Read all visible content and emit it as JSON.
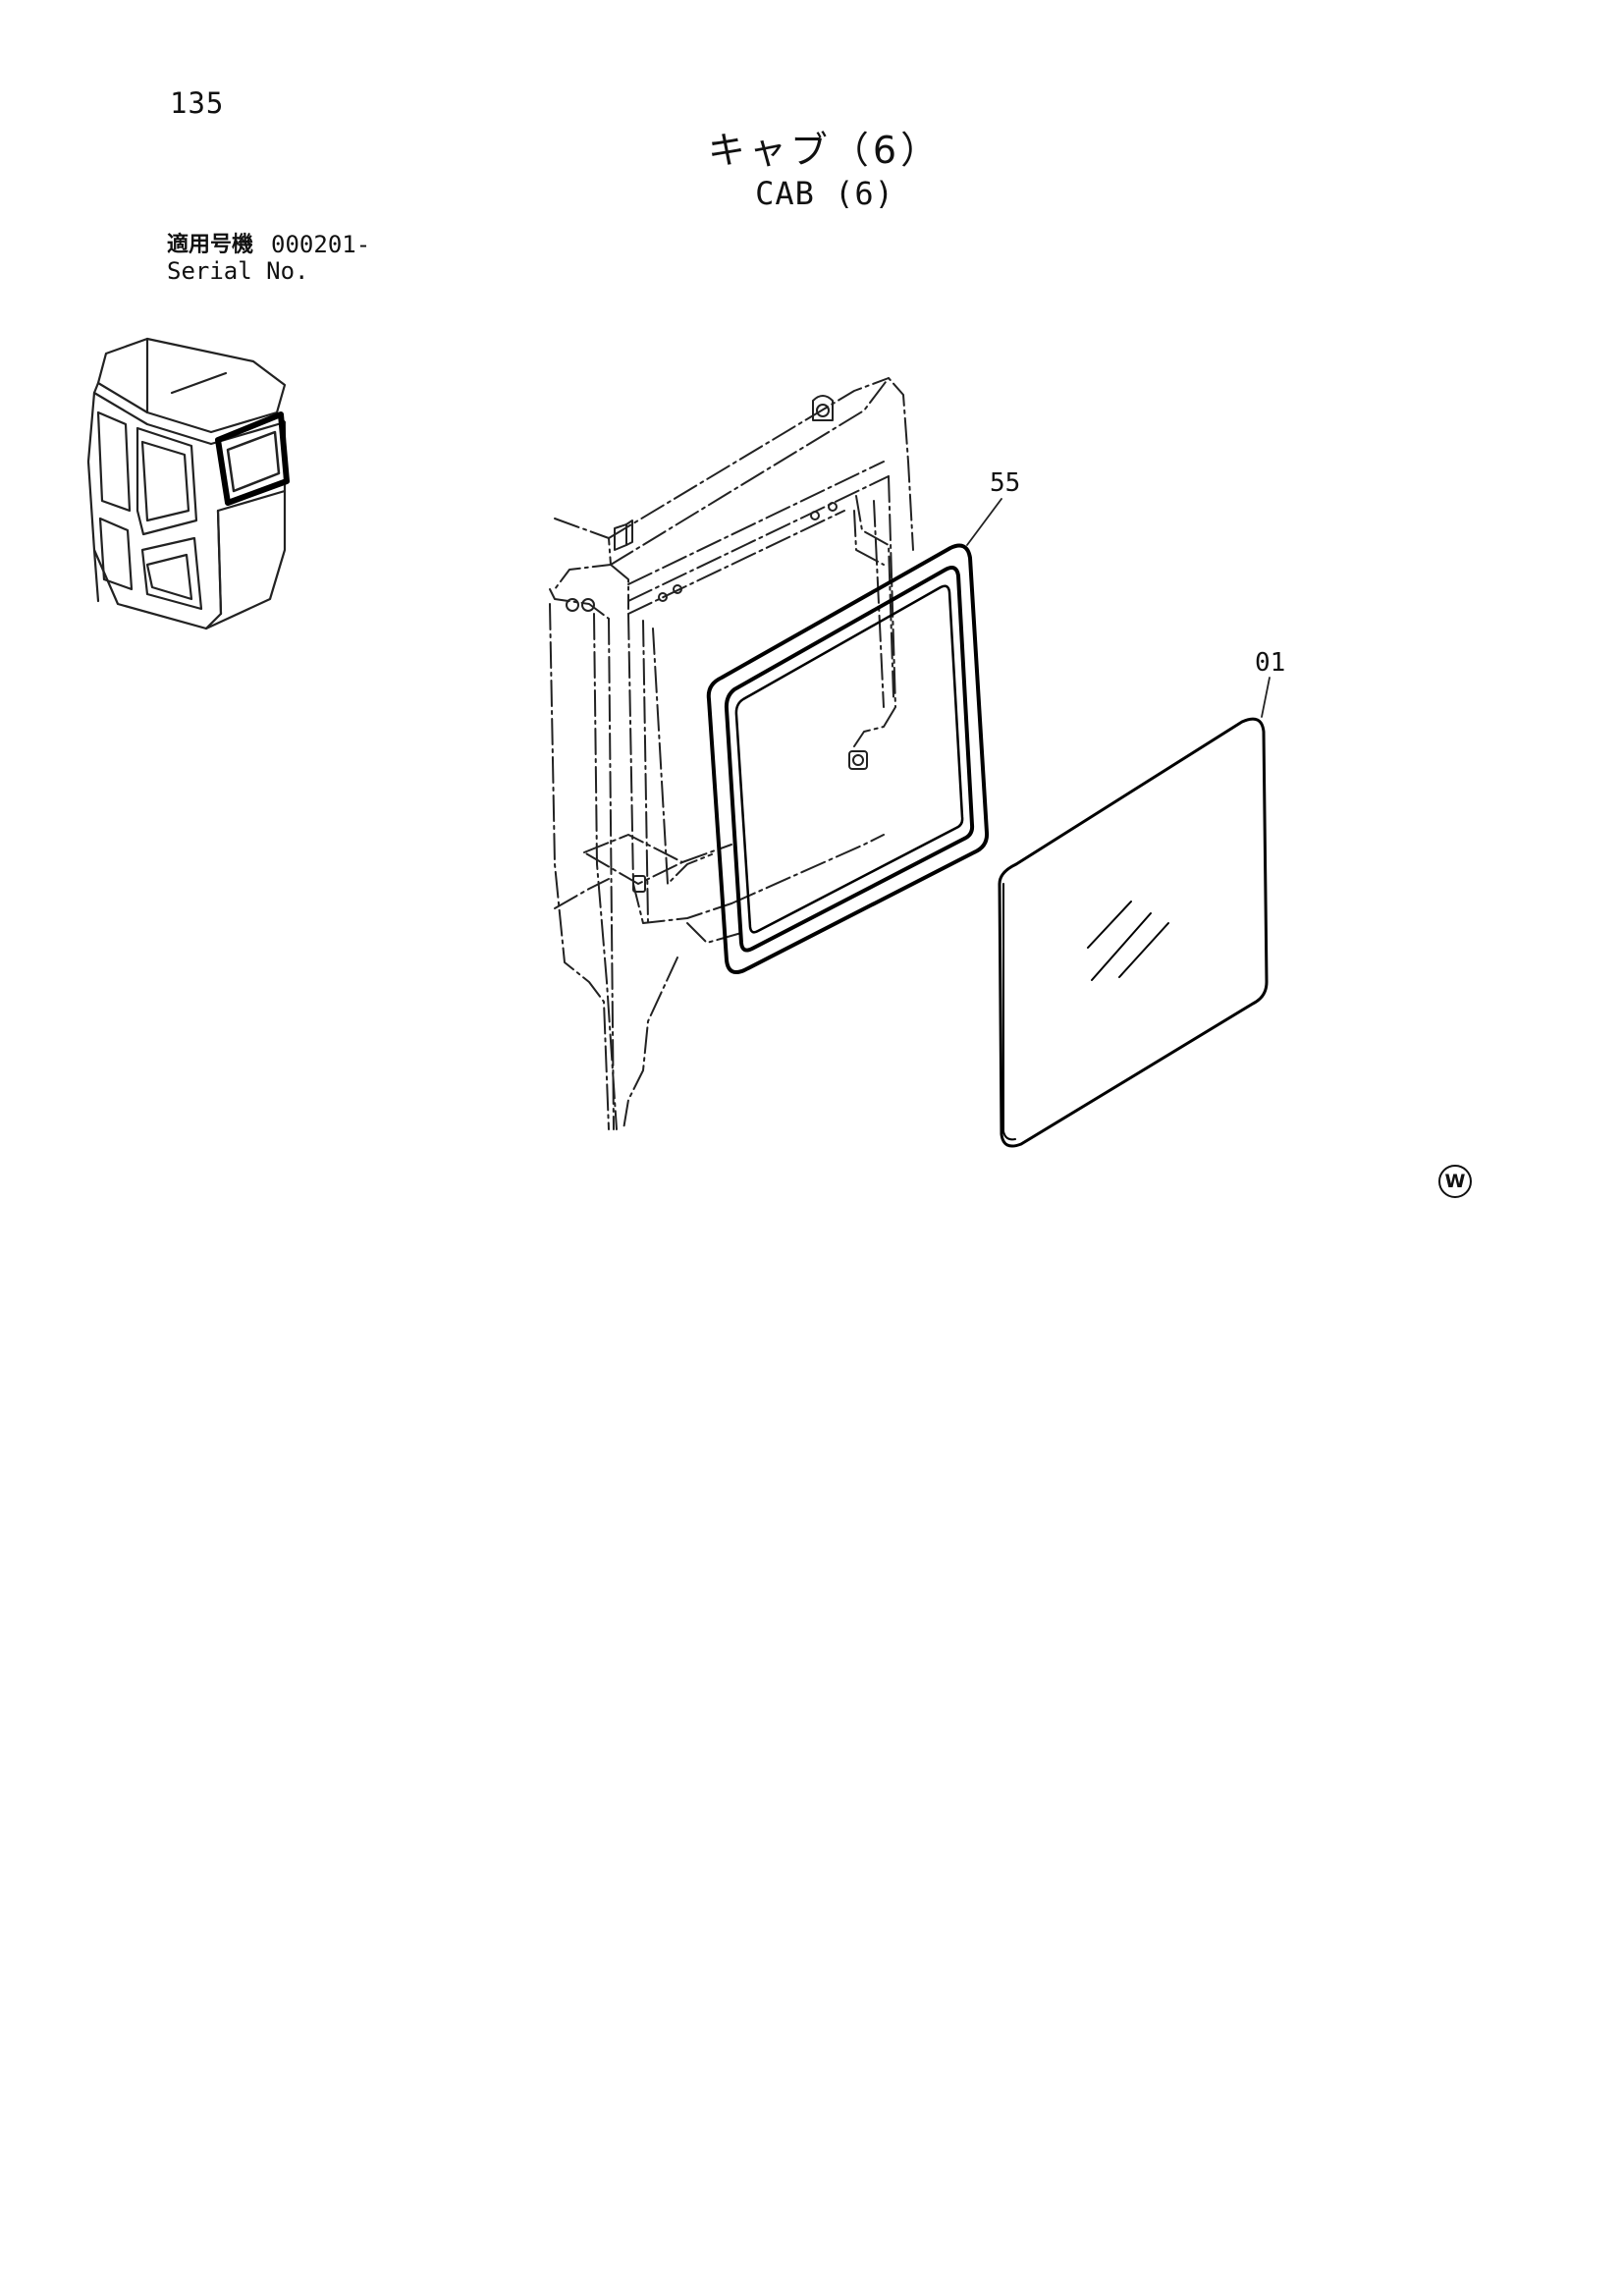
{
  "page_number": "135",
  "title": {
    "japanese": "キャブ（6）",
    "english": "CAB (6)"
  },
  "serial": {
    "label_jp": "適用号機",
    "label_en": "Serial No.",
    "value": "000201-"
  },
  "callouts": [
    {
      "id": "seal",
      "label": "55"
    },
    {
      "id": "glass",
      "label": "01"
    }
  ],
  "mark": "W"
}
